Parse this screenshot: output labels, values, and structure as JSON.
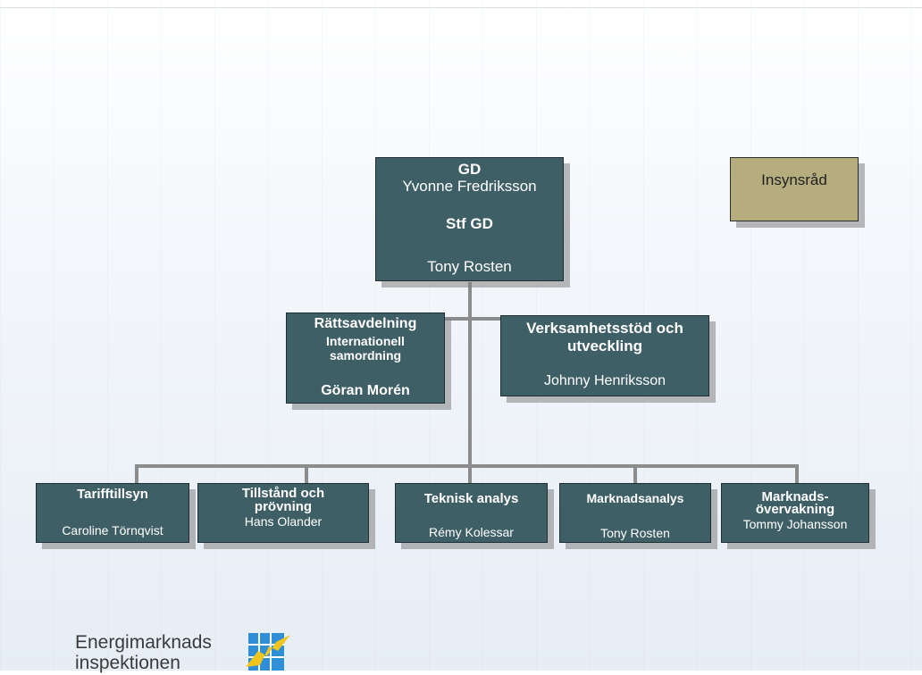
{
  "chart_data": {
    "type": "org-chart",
    "top": {
      "title": "GD",
      "name": "Yvonne Fredriksson",
      "deputy_title": "Stf GD",
      "deputy_name": "Tony Rosten"
    },
    "advisory": "Insynsråd",
    "staff_units": [
      {
        "title": "Rättsavdelning",
        "subtitle": "Internationell samordning",
        "name": "Göran Morén"
      },
      {
        "title": "Verksamhetsstöd och utveckling",
        "name": "Johnny Henriksson"
      }
    ],
    "departments": [
      {
        "title": "Tarifftillsyn",
        "name": "Caroline Törnqvist"
      },
      {
        "title": "Tillstånd och prövning",
        "name": "Hans Olander"
      },
      {
        "title": "Teknisk analys",
        "name": "Rémy Kolessar"
      },
      {
        "title": "Marknadsanalys",
        "name": "Tony Rosten"
      },
      {
        "title": "Marknads-övervakning",
        "name": "Tommy Johansson"
      }
    ]
  },
  "logo": {
    "line1": "Energimarknads",
    "line2": "inspektionen"
  },
  "colors": {
    "box": "#3f5f67",
    "advisory": "#b6ad7f",
    "connector": "#8c8c8c"
  }
}
